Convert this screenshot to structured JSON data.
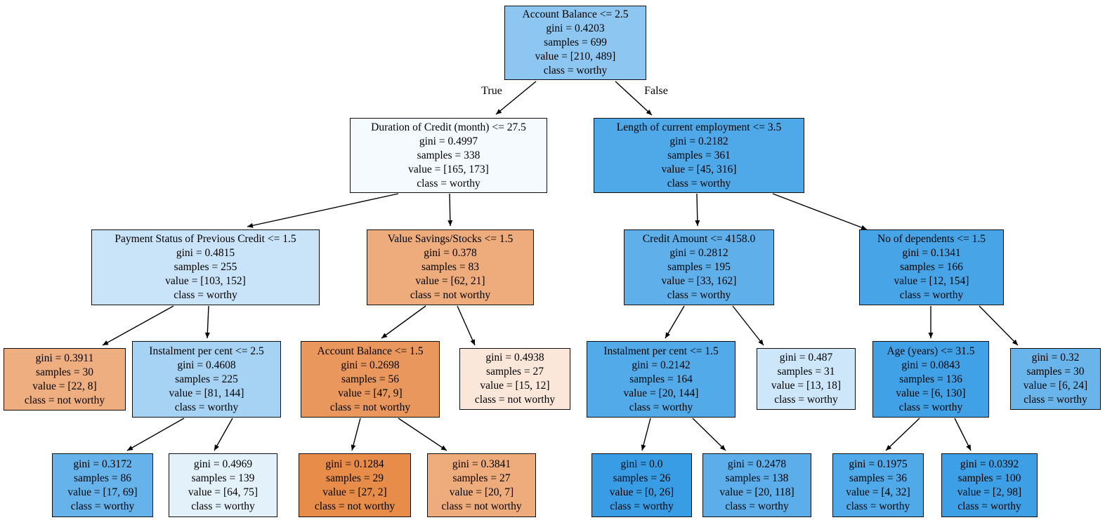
{
  "edge_labels": {
    "true_label": "True",
    "false_label": "False"
  },
  "nodes": {
    "root": {
      "condition": "Account Balance <= 2.5",
      "gini": "gini = 0.4203",
      "samples": "samples = 699",
      "value": "value = [210, 489]",
      "klass": "class = worthy",
      "fill": "#8dc6f0"
    },
    "l": {
      "condition": "Duration of Credit (month) <= 27.5",
      "gini": "gini = 0.4997",
      "samples": "samples = 338",
      "value": "value = [165, 173]",
      "klass": "class = worthy",
      "fill": "#f5fafe"
    },
    "r": {
      "condition": "Length of current employment <= 3.5",
      "gini": "gini = 0.2182",
      "samples": "samples = 361",
      "value": "value = [45, 316]",
      "klass": "class = worthy",
      "fill": "#4fa8e8"
    },
    "ll": {
      "condition": "Payment Status of Previous Credit <= 1.5",
      "gini": "gini = 0.4815",
      "samples": "samples = 255",
      "value": "value = [103, 152]",
      "klass": "class = worthy",
      "fill": "#c9e3f8"
    },
    "lr": {
      "condition": "Value Savings/Stocks <= 1.5",
      "gini": "gini = 0.378",
      "samples": "samples = 83",
      "value": "value = [62, 21]",
      "klass": "class = not worthy",
      "fill": "#eeab7b"
    },
    "rl": {
      "condition": "Credit Amount <= 4158.0",
      "gini": "gini = 0.2812",
      "samples": "samples = 195",
      "value": "value = [33, 162]",
      "klass": "class = worthy",
      "fill": "#5fb0ea"
    },
    "rr": {
      "condition": "No of dependents <= 1.5",
      "gini": "gini = 0.1341",
      "samples": "samples = 166",
      "value": "value = [12, 154]",
      "klass": "class = worthy",
      "fill": "#47a4e7"
    },
    "lll": {
      "gini": "gini = 0.3911",
      "samples": "samples = 30",
      "value": "value = [22, 8]",
      "klass": "class = not worthy",
      "fill": "#eeae80"
    },
    "llr": {
      "condition": "Instalment per cent <= 2.5",
      "gini": "gini = 0.4608",
      "samples": "samples = 225",
      "value": "value = [81, 144]",
      "klass": "class = worthy",
      "fill": "#a6d3f3"
    },
    "lrl": {
      "condition": "Account Balance <= 1.5",
      "gini": "gini = 0.2698",
      "samples": "samples = 56",
      "value": "value = [47, 9]",
      "klass": "class = not worthy",
      "fill": "#e9975c"
    },
    "lrr": {
      "gini": "gini = 0.4938",
      "samples": "samples = 27",
      "value": "value = [15, 12]",
      "klass": "class = not worthy",
      "fill": "#fae7da"
    },
    "rll": {
      "condition": "Instalment per cent <= 1.5",
      "gini": "gini = 0.2142",
      "samples": "samples = 164",
      "value": "value = [20, 144]",
      "klass": "class = worthy",
      "fill": "#53aae8"
    },
    "rlr": {
      "gini": "gini = 0.487",
      "samples": "samples = 31",
      "value": "value = [13, 18]",
      "klass": "class = worthy",
      "fill": "#cde6f9"
    },
    "rrl": {
      "condition": "Age (years) <= 31.5",
      "gini": "gini = 0.0843",
      "samples": "samples = 136",
      "value": "value = [6, 130]",
      "klass": "class = worthy",
      "fill": "#41a1e6"
    },
    "rrr": {
      "gini": "gini = 0.32",
      "samples": "samples = 30",
      "value": "value = [6, 24]",
      "klass": "class = worthy",
      "fill": "#69b5eb"
    },
    "llrl": {
      "gini": "gini = 0.3172",
      "samples": "samples = 86",
      "value": "value = [17, 69]",
      "klass": "class = worthy",
      "fill": "#66b3eb"
    },
    "llrr": {
      "gini": "gini = 0.4969",
      "samples": "samples = 139",
      "value": "value = [64, 75]",
      "klass": "class = worthy",
      "fill": "#e3f1fb"
    },
    "lrll": {
      "gini": "gini = 0.1284",
      "samples": "samples = 29",
      "value": "value = [27, 2]",
      "klass": "class = not worthy",
      "fill": "#e78c49"
    },
    "lrlr": {
      "gini": "gini = 0.3841",
      "samples": "samples = 27",
      "value": "value = [20, 7]",
      "klass": "class = not worthy",
      "fill": "#eeac7d"
    },
    "rlll": {
      "gini": "gini = 0.0",
      "samples": "samples = 26",
      "value": "value = [0, 26]",
      "klass": "class = worthy",
      "fill": "#399de5"
    },
    "rllr": {
      "gini": "gini = 0.2478",
      "samples": "samples = 138",
      "value": "value = [20, 118]",
      "klass": "class = worthy",
      "fill": "#5baee9"
    },
    "rrll": {
      "gini": "gini = 0.1975",
      "samples": "samples = 36",
      "value": "value = [4, 32]",
      "klass": "class = worthy",
      "fill": "#50a9e8"
    },
    "rrlr": {
      "gini": "gini = 0.0392",
      "samples": "samples = 100",
      "value": "value = [2, 98]",
      "klass": "class = worthy",
      "fill": "#3da0e6"
    }
  }
}
